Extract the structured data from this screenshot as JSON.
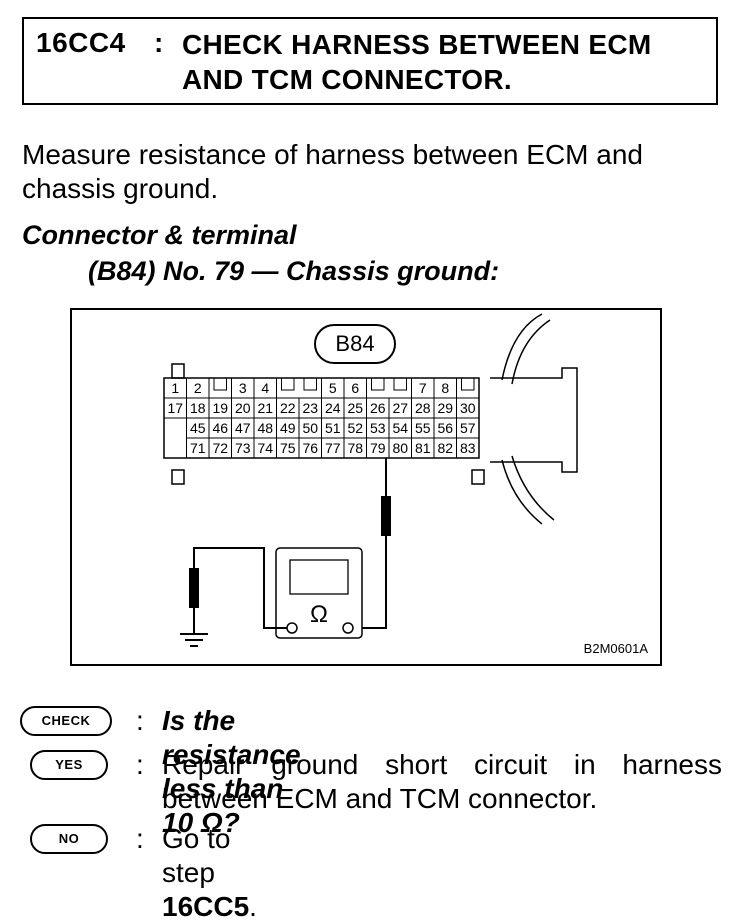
{
  "step": {
    "id": "16CC4",
    "colon": ":",
    "title": "CHECK HARNESS BETWEEN ECM AND TCM CONNECTOR."
  },
  "instruction": "Measure resistance of harness between ECM and chassis ground.",
  "connector_terminal": {
    "label": "Connector & terminal",
    "detail": "(B84) No. 79 — Chassis ground:"
  },
  "diagram": {
    "connector_name": "B84",
    "figure_code": "B2M0601A",
    "ohm_symbol": "Ω",
    "rows": [
      [
        "1",
        "2",
        "",
        "3",
        "4",
        "",
        "",
        "5",
        "6",
        "",
        "",
        "7",
        "8",
        ""
      ],
      [
        "17",
        "18",
        "19",
        "20",
        "21",
        "22",
        "23",
        "24",
        "25",
        "26",
        "27",
        "28",
        "29",
        "30"
      ],
      [
        "",
        "45",
        "46",
        "47",
        "48",
        "49",
        "50",
        "51",
        "52",
        "53",
        "54",
        "55",
        "56",
        "57"
      ],
      [
        "",
        "71",
        "72",
        "73",
        "74",
        "75",
        "76",
        "77",
        "78",
        "79",
        "80",
        "81",
        "82",
        "83"
      ]
    ]
  },
  "results": {
    "colon": ":",
    "check": {
      "badge": "CHECK",
      "text": "Is the resistance less than 10 Ω?"
    },
    "yes": {
      "badge": "YES",
      "text": "Repair ground short circuit in harness between ECM and TCM connector."
    },
    "no": {
      "badge": "NO",
      "text_prefix": "Go to step ",
      "step_ref": "16CC5",
      "text_suffix": "."
    }
  }
}
